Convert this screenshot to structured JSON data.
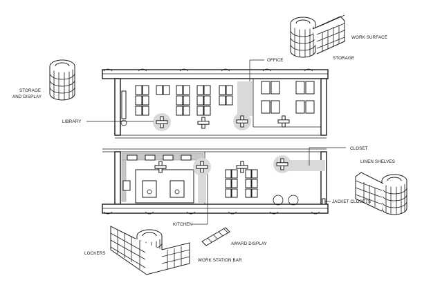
{
  "labels": {
    "work_surface": "WORK SURFACE",
    "storage": "STORAGE",
    "office": "OFFICE",
    "storage_and_display_1": "STORAGE",
    "storage_and_display_2": "AND DISPLAY",
    "library": "LIBRARY",
    "closet": "CLOSET",
    "linen_shelves": "LINEN SHELVES",
    "jacket_closets": "JACKET CLOSETS",
    "kitchen": "KITCHEN",
    "award_display": "AWARD DISPLAY",
    "lockers": "LOCKERS",
    "work_station_bar": "WORK STATION BAR"
  },
  "colors": {
    "line": "#1a1a1a",
    "shade": "#d9d9d9",
    "background": "#ffffff"
  }
}
